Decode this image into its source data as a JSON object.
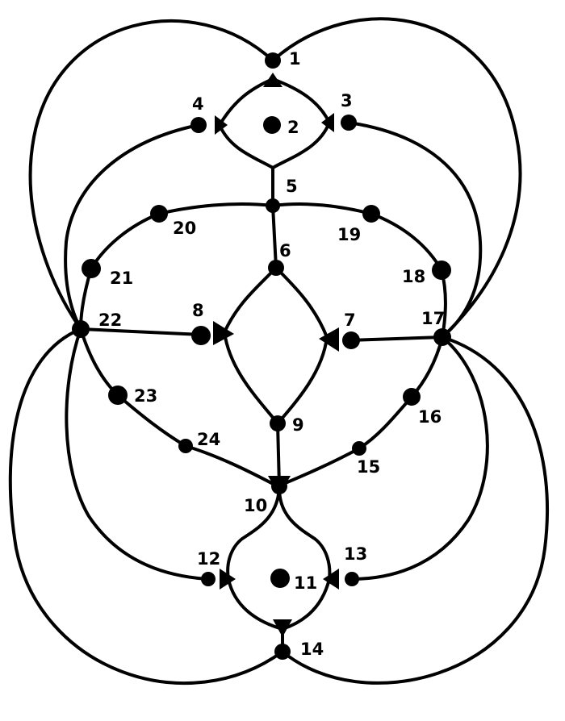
{
  "graph": {
    "colors": {
      "stroke": "#000000",
      "background": "#ffffff"
    },
    "nodes": [
      {
        "id": 1,
        "label": "1"
      },
      {
        "id": 2,
        "label": "2"
      },
      {
        "id": 3,
        "label": "3"
      },
      {
        "id": 4,
        "label": "4"
      },
      {
        "id": 5,
        "label": "5"
      },
      {
        "id": 6,
        "label": "6"
      },
      {
        "id": 7,
        "label": "7"
      },
      {
        "id": 8,
        "label": "8"
      },
      {
        "id": 9,
        "label": "9"
      },
      {
        "id": 10,
        "label": "10"
      },
      {
        "id": 11,
        "label": "11"
      },
      {
        "id": 12,
        "label": "12"
      },
      {
        "id": 13,
        "label": "13"
      },
      {
        "id": 14,
        "label": "14"
      },
      {
        "id": 15,
        "label": "15"
      },
      {
        "id": 16,
        "label": "16"
      },
      {
        "id": 17,
        "label": "17"
      },
      {
        "id": 18,
        "label": "18"
      },
      {
        "id": 19,
        "label": "19"
      },
      {
        "id": 20,
        "label": "20"
      },
      {
        "id": 21,
        "label": "21"
      },
      {
        "id": 22,
        "label": "22"
      },
      {
        "id": 23,
        "label": "23"
      },
      {
        "id": 24,
        "label": "24"
      }
    ]
  }
}
